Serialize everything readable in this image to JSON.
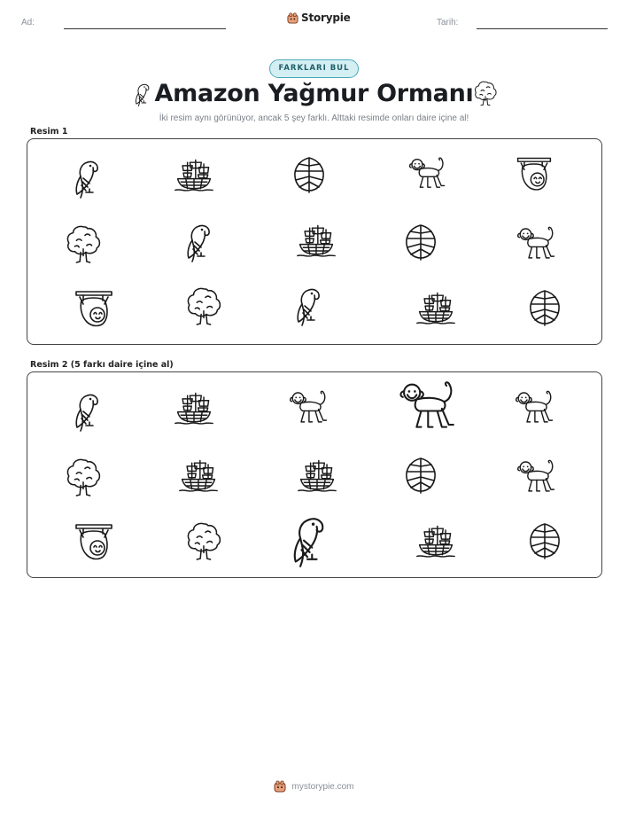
{
  "header": {
    "name_label": "Ad:",
    "date_label": "Tarih:",
    "brand": "Storypie"
  },
  "badge": "FARKLARI BUL",
  "title": "Amazon Yağmur Ormanı",
  "subtitle": "İki resim aynı görünüyor, ancak 5 şey farklı. Alttaki resimde onları daire içine al!",
  "picture1": {
    "label": "Resim 1",
    "items": [
      "parrot-icon",
      "ship-icon",
      "leaf-icon",
      "monkey-icon",
      "sloth-icon",
      "tree-icon",
      "parrot-icon",
      "ship-icon",
      "leaf-icon",
      "monkey-icon",
      "sloth-icon",
      "tree-icon",
      "parrot-icon",
      "ship-icon",
      "leaf-icon"
    ]
  },
  "picture2": {
    "label": "Resim 2 (5 farkı daire içine al)",
    "items": [
      "parrot-icon",
      "ship-icon",
      "monkey-icon",
      "monkey-icon",
      "monkey-icon",
      "tree-icon",
      "ship-icon",
      "ship-icon",
      "leaf-icon",
      "monkey-icon",
      "sloth-icon",
      "tree-icon",
      "parrot-icon",
      "ship-icon",
      "leaf-icon"
    ]
  },
  "footer": {
    "url": "mystorypie.com"
  }
}
